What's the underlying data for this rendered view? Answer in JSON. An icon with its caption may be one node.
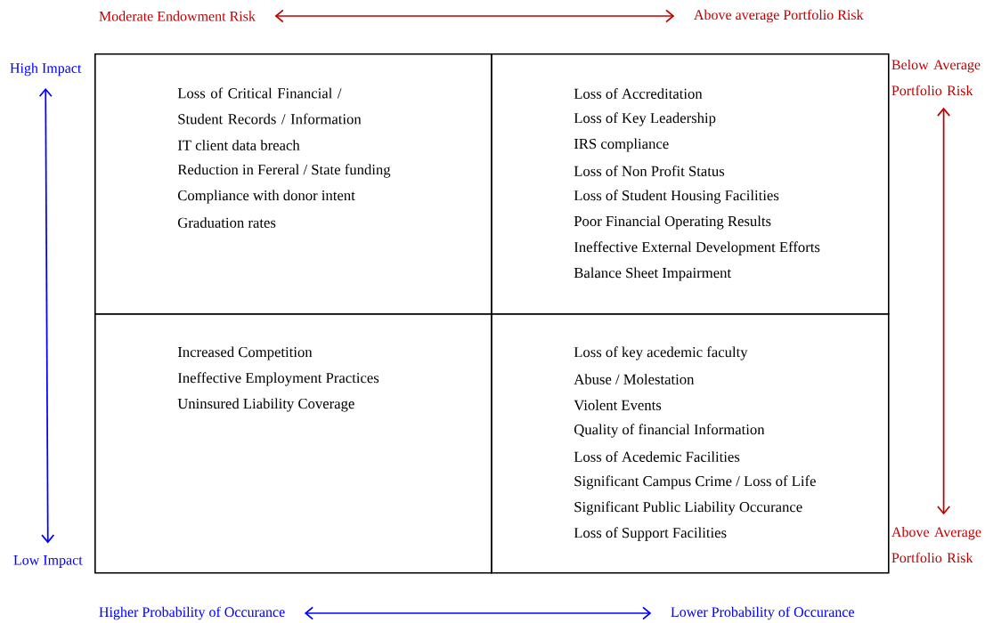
{
  "diagram": {
    "nodes": [
      {
        "text": [
          "Moderate Endowment Risk"
        ]
      },
      {
        "text": [
          "Above average Portfolio Risk"
        ]
      },
      {
        "text": [
          "High Impact"
        ]
      },
      {
        "text": [
          "Low Impact"
        ]
      },
      {
        "text": [
          "Below Average Portfolio Risk"
        ]
      },
      {
        "text": [
          "Above Average Portfolio Risk"
        ]
      },
      {
        "text": [
          "Higher Probability of Occurance"
        ]
      },
      {
        "text": [
          "Lower Probability of Occurance"
        ]
      },
      {
        "text": [
          "Loss of Critical Financial / Student Records / Information",
          "IT client data breach",
          "Reduction in Fereral / State funding",
          "Compliance with donor intent",
          "Graduation rates"
        ]
      },
      {
        "text": [
          "Loss of Accreditation",
          "Loss of Key Leadership",
          "IRS compliance",
          "Loss of Non Profit Status",
          "Loss of Student Housing Facilities",
          "Poor Financial Operating Results",
          "Ineffective External Development Efforts",
          "Balance Sheet Impairment"
        ]
      },
      {
        "text": [
          "Increased Competition",
          "Ineffective Employment Practices",
          "Uninsured Liability Coverage"
        ]
      },
      {
        "text": [
          "Loss of key acedemic faculty",
          "Abuse / Molestation",
          "Violent Events",
          "Quality of financial Information",
          "Loss of Acedemic Facilities",
          "Significant Campus Crime / Loss of Life",
          "Significant Public Liability Occurance",
          "Loss of Support Facilities"
        ]
      }
    ],
    "edges": [
      {
        "from": 0,
        "to": 1,
        "arrow": "both",
        "color": "#c00000"
      },
      {
        "from": 2,
        "to": 3,
        "arrow": "both",
        "color": "#0000ff"
      },
      {
        "from": 4,
        "to": 5,
        "arrow": "both",
        "color": "#c00000"
      },
      {
        "from": 6,
        "to": 7,
        "arrow": "both",
        "color": "#0000ff"
      }
    ]
  }
}
